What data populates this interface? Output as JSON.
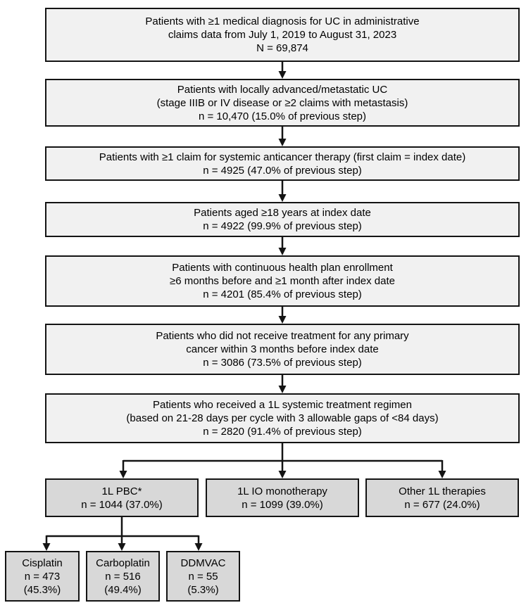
{
  "flow": {
    "steps": [
      {
        "lines": [
          "Patients with ≥1 medical diagnosis for UC in administrative",
          "claims data from July 1, 2019 to August 31, 2023",
          "N = 69,874"
        ]
      },
      {
        "lines": [
          "Patients with locally advanced/metastatic UC",
          "(stage IIIB or IV disease or ≥2 claims with metastasis)",
          "n = 10,470 (15.0% of previous step)"
        ]
      },
      {
        "lines": [
          "Patients with ≥1 claim for systemic anticancer therapy (first claim = index date)",
          "n = 4925 (47.0% of previous step)"
        ]
      },
      {
        "lines": [
          "Patients aged ≥18 years at index date",
          "n = 4922 (99.9% of previous step)"
        ]
      },
      {
        "lines": [
          "Patients with continuous health plan enrollment",
          "≥6 months before and ≥1 month after index date",
          "n = 4201 (85.4% of previous step)"
        ]
      },
      {
        "lines": [
          "Patients who did not receive treatment for any primary",
          "cancer within 3 months before index date",
          "n = 3086 (73.5% of previous step)"
        ]
      },
      {
        "lines": [
          "Patients who received a 1L systemic treatment regimen",
          "(based on 21-28 days per cycle with 3 allowable gaps of <84 days)",
          "n = 2820 (91.4% of previous step)"
        ]
      }
    ],
    "branches": [
      {
        "lines": [
          "1L PBC*",
          "n = 1044 (37.0%)"
        ]
      },
      {
        "lines": [
          "1L IO monotherapy",
          "n = 1099 (39.0%)"
        ]
      },
      {
        "lines": [
          "Other 1L therapies",
          "n = 677 (24.0%)"
        ]
      }
    ],
    "pbc_subgroups": [
      {
        "lines": [
          "Cisplatin",
          "n = 473",
          "(45.3%)"
        ]
      },
      {
        "lines": [
          "Carboplatin",
          "n = 516",
          "(49.4%)"
        ]
      },
      {
        "lines": [
          "DDMVAC",
          "n = 55",
          "(5.3%)"
        ]
      }
    ],
    "colors": {
      "step_fill": "#f1f1f1",
      "branch_fill": "#d8d8d8",
      "border": "#141414"
    }
  }
}
